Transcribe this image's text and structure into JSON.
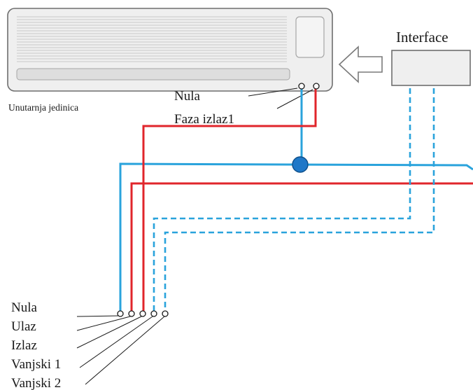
{
  "indoor_unit": {
    "label": "Unutarnja jedinica",
    "terminal_labels": [
      "Nula",
      "Faza izlaz1"
    ]
  },
  "interface": {
    "label": "Interface"
  },
  "terminal_block": {
    "labels": [
      "Nula",
      "Ulaz",
      "Izlaz",
      "Vanjski 1",
      "Vanjski 2"
    ]
  },
  "colors": {
    "neutral_wire": "#2aa3dc",
    "phase_wire": "#e0252b",
    "unit_outline": "#6e6e6e",
    "unit_fill": "#eeeeee",
    "junction": "#1f78c8"
  }
}
